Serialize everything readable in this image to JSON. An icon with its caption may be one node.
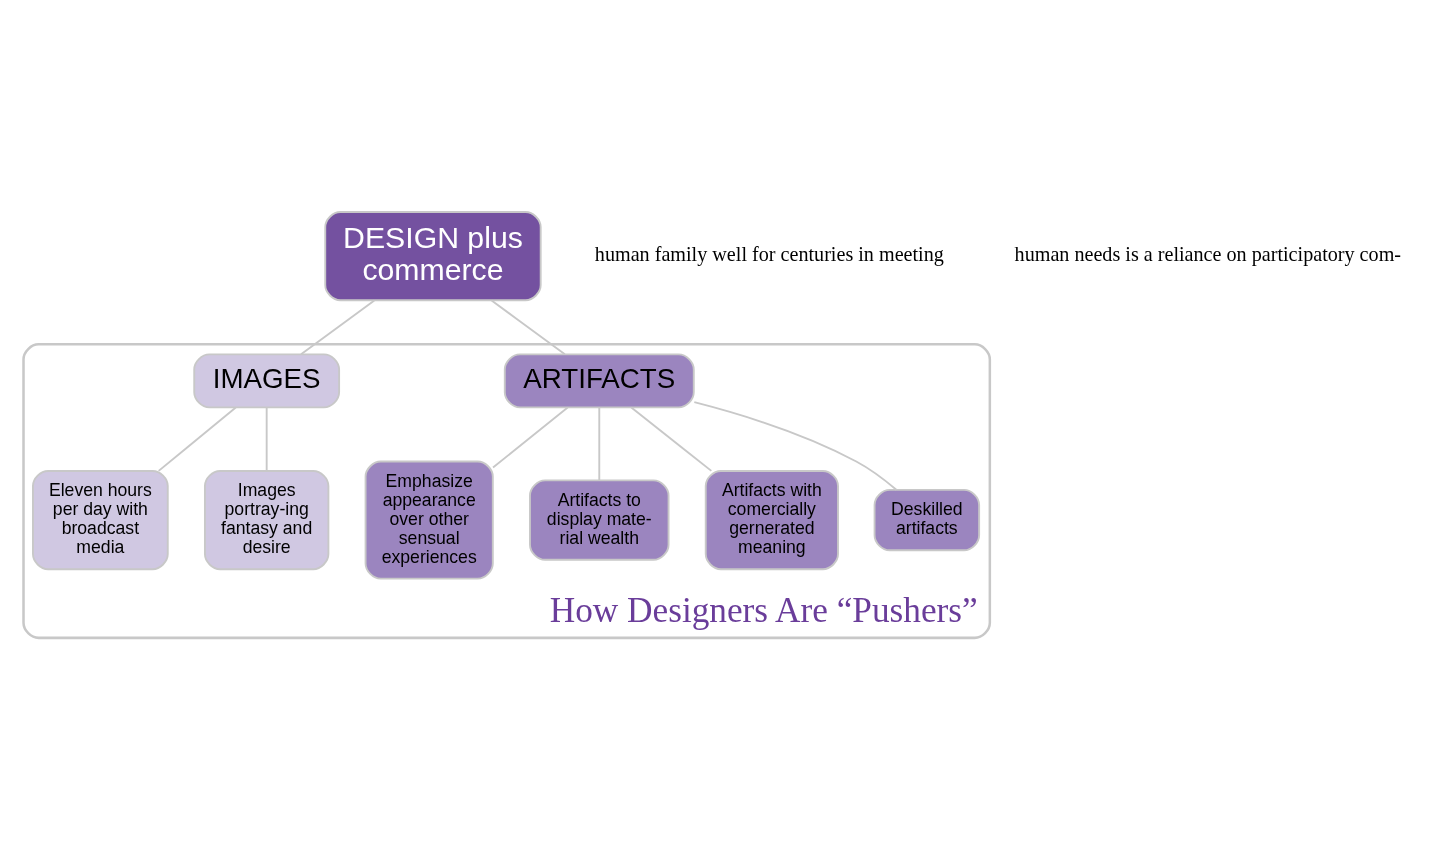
{
  "diagram": {
    "nodes": [
      {
        "text": [
          "How Designers Are “Pushers”"
        ]
      },
      {
        "text": [
          "DESIGN plus commerce"
        ]
      },
      {
        "text": [
          "ARTIFACTS"
        ],
        "in": 0
      },
      {
        "text": [
          "IMAGES"
        ],
        "in": 0
      },
      {
        "text": [
          "Emphasize appearance over other sensual experiences"
        ],
        "in": 0
      },
      {
        "text": [
          "Artifacts to display mate-rial wealth"
        ],
        "in": 0
      },
      {
        "text": [
          "Artifacts with comercially gernerated meaning"
        ],
        "in": 0
      },
      {
        "text": [
          "Deskilled artifacts"
        ],
        "in": 0
      },
      {
        "text": [
          "Eleven hours per day with broadcast media"
        ],
        "in": 0
      },
      {
        "text": [
          "Images portray-ing fantasy and desire"
        ],
        "in": 0
      }
    ],
    "edges": [
      {
        "from": 1,
        "to": 2,
        "arrow": "none"
      },
      {
        "from": 1,
        "to": 3,
        "arrow": "none"
      },
      {
        "from": 2,
        "to": 4,
        "arrow": "none"
      },
      {
        "from": 2,
        "to": 5,
        "arrow": "none"
      },
      {
        "from": 2,
        "to": 6,
        "arrow": "none"
      },
      {
        "from": 2,
        "to": 7,
        "arrow": "none"
      },
      {
        "from": 3,
        "to": 8,
        "arrow": "none"
      },
      {
        "from": 3,
        "to": 9,
        "arrow": "none"
      }
    ],
    "labels": [
      "human family well for centuries in meeting",
      "human needs is a reliance on participatory com-"
    ]
  }
}
